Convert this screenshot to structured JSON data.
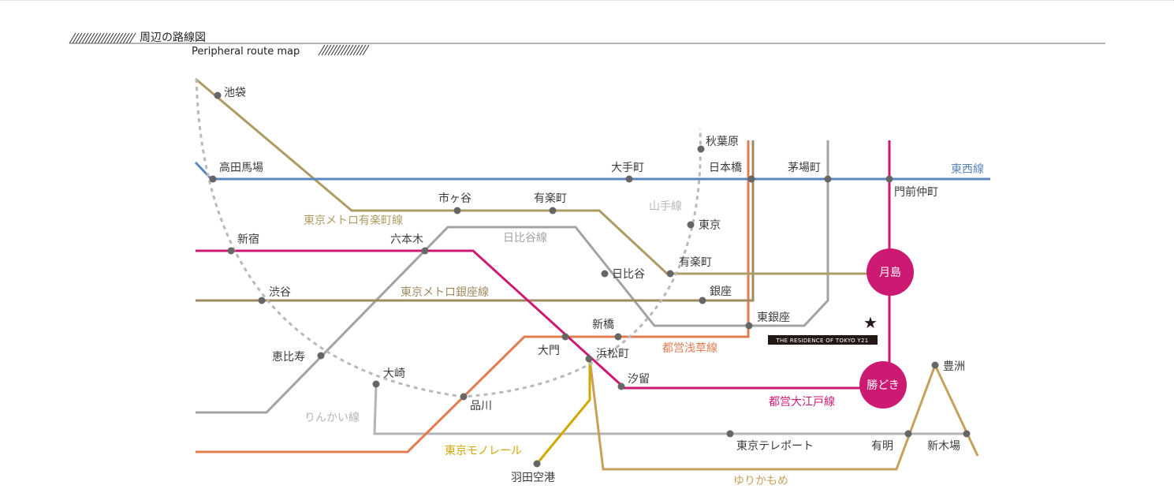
{
  "header": {
    "title_jp": "周辺の路線図",
    "title_en": "Peripheral route map"
  },
  "colors": {
    "tozai": "#5b86bf",
    "yurakucho": "#ad9c63",
    "yamanote": "#b9b9b9",
    "hibiya": "#a3a3a3",
    "oedo": "#cc1a73",
    "ginza": "#a08a5f",
    "asakusa": "#e07d50",
    "rinkai": "#b5b5b5",
    "monorail": "#d1a800",
    "yurikamome": "#c9a05a",
    "station": "#666666",
    "property": "#231815"
  },
  "lines": {
    "tozai": "東西線",
    "yurakucho": "東京メトロ有楽町線",
    "yamanote": "山手線",
    "hibiya": "日比谷線",
    "ginza": "東京メトロ銀座線",
    "asakusa": "都営浅草線",
    "oedo": "都営大江戸線",
    "rinkai": "りんかい線",
    "monorail": "東京モノレール",
    "yurikamome": "ゆりかもめ"
  },
  "stations": {
    "ikebukuro": "池袋",
    "takadanobaba": "高田馬場",
    "ichigaya": "市ヶ谷",
    "yurakucho_top": "有楽町",
    "otemachi": "大手町",
    "akihabara": "秋葉原",
    "nihonbashi": "日本橋",
    "kayabacho": "茅場町",
    "monzennakacho": "門前仲町",
    "shinjuku": "新宿",
    "roppongi": "六本木",
    "tokyo": "東京",
    "yurakucho_mid": "有楽町",
    "hibiya": "日比谷",
    "shibuya": "渋谷",
    "ginza": "銀座",
    "higashiginza": "東銀座",
    "shimbashi": "新橋",
    "daimon": "大門",
    "hamamatsucho": "浜松町",
    "ebisu": "恵比寿",
    "osaki": "大崎",
    "shiodome": "汐留",
    "shinagawa": "品川",
    "tokyo_teleport": "東京テレポート",
    "ariake": "有明",
    "shinkiba": "新木場",
    "toyosu": "豊洲",
    "haneda": "羽田空港",
    "tsukishima": "月島",
    "kachidoki": "勝どき"
  },
  "property": {
    "star": "★",
    "name": "THE RESIDENCE OF TOKYO Y21"
  }
}
